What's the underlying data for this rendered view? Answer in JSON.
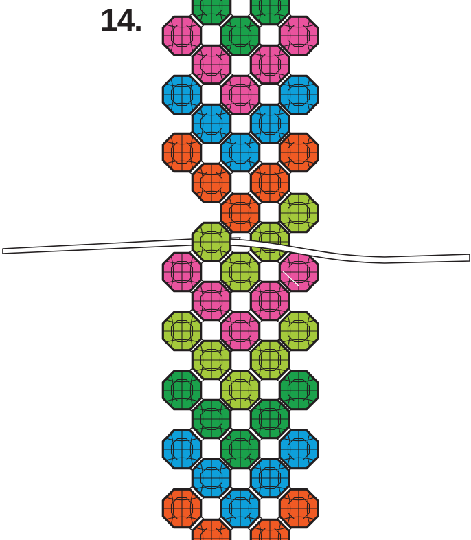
{
  "step_label": "14.",
  "colors": {
    "outline": "#231f20",
    "facet": "#231f20",
    "thread": "#231f20",
    "thread_fill": "#ffffff"
  },
  "bead_colors": {
    "green": "#1aa14b",
    "pink": "#e9539e",
    "blue": "#0ea0db",
    "orange": "#f05a24",
    "lime": "#a4c93b"
  },
  "icons": {
    "bead": "faceted-bead-icon",
    "thread": "thread-icon"
  },
  "bead_rows": [
    [
      "green",
      "green"
    ],
    [
      "pink",
      "green",
      "pink"
    ],
    [
      "pink",
      "pink"
    ],
    [
      "blue",
      "pink",
      "blue"
    ],
    [
      "blue",
      "blue"
    ],
    [
      "orange",
      "blue",
      "orange"
    ],
    [
      "orange",
      "orange"
    ],
    [
      "orange",
      "lime"
    ],
    [
      "lime",
      "lime"
    ],
    [
      "pink",
      "lime",
      "pink"
    ],
    [
      "pink",
      "pink"
    ],
    [
      "lime",
      "pink",
      "lime"
    ],
    [
      "lime",
      "lime"
    ],
    [
      "green",
      "lime",
      "green"
    ],
    [
      "green",
      "green"
    ],
    [
      "blue",
      "green",
      "blue"
    ],
    [
      "blue",
      "blue"
    ],
    [
      "orange",
      "blue",
      "orange"
    ],
    [
      "orange",
      "orange"
    ]
  ]
}
